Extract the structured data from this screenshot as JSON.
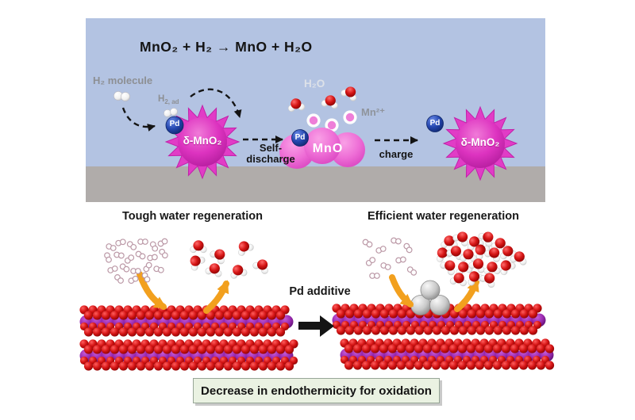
{
  "figure": {
    "equation": "MnO₂ + H₂ → MnO + H₂O",
    "labels": {
      "h2_molecule": "H₂ molecule",
      "h2_ad_base": "H",
      "h2_ad_sub": "2, ad",
      "h2o": "H₂O",
      "mn2plus": "Mn²⁺",
      "mno": "MnO",
      "pd": "Pd",
      "delta_mno2": "δ-MnO₂",
      "self_discharge": "Self-discharge",
      "charge": "charge"
    },
    "bottom": {
      "left_title": "Tough water regeneration",
      "right_title": "Efficient water regeneration",
      "pd_additive": "Pd additive",
      "caption": "Decrease in endothermicity for oxidation"
    },
    "colors": {
      "panel_blue": "#b3c3e2",
      "floor_gray": "#b0acaa",
      "star_magenta": "#e13cc6",
      "pd_navy": "#1c3da6",
      "mno_pink": "#ee6ed6",
      "water_oxygen_red": "#d41414",
      "lattice_red": "#d81818",
      "lattice_purple": "#9a2bb0",
      "arrow_orange": "#f2a01e",
      "caption_bg": "#eaf2e2"
    }
  }
}
